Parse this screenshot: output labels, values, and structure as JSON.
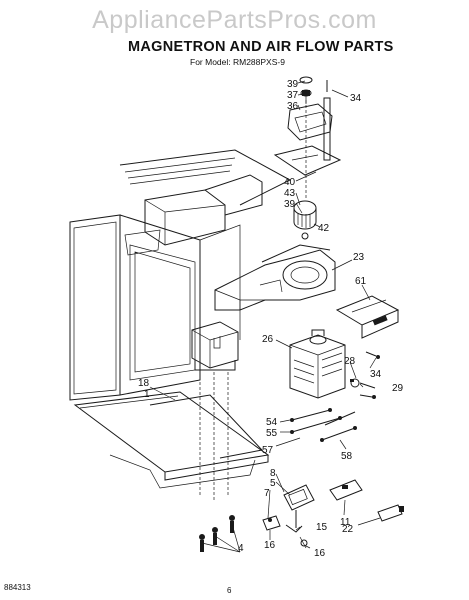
{
  "watermark": "AppliancePartsPros.com",
  "title": "MAGNETRON AND AIR FLOW PARTS",
  "subtitle": "For Model: RM288PXS-9",
  "doc_number": "884313",
  "page_number": "6",
  "callouts": [
    {
      "id": "c-39a",
      "text": "39"
    },
    {
      "id": "c-37",
      "text": "37"
    },
    {
      "id": "c-36",
      "text": "36"
    },
    {
      "id": "c-34a",
      "text": "34"
    },
    {
      "id": "c-40",
      "text": "40"
    },
    {
      "id": "c-43",
      "text": "43"
    },
    {
      "id": "c-39b",
      "text": "39"
    },
    {
      "id": "c-42",
      "text": "42"
    },
    {
      "id": "c-23",
      "text": "23"
    },
    {
      "id": "c-61",
      "text": "61"
    },
    {
      "id": "c-26",
      "text": "26"
    },
    {
      "id": "c-28",
      "text": "28"
    },
    {
      "id": "c-34b",
      "text": "34"
    },
    {
      "id": "c-29",
      "text": "29"
    },
    {
      "id": "c-18",
      "text": "18"
    },
    {
      "id": "c-1",
      "text": "1"
    },
    {
      "id": "c-54",
      "text": "54"
    },
    {
      "id": "c-55",
      "text": "55"
    },
    {
      "id": "c-57",
      "text": "57"
    },
    {
      "id": "c-58",
      "text": "58"
    },
    {
      "id": "c-8",
      "text": "8"
    },
    {
      "id": "c-5",
      "text": "5"
    },
    {
      "id": "c-7",
      "text": "7"
    },
    {
      "id": "c-11",
      "text": "11"
    },
    {
      "id": "c-15",
      "text": "15"
    },
    {
      "id": "c-22",
      "text": "22"
    },
    {
      "id": "c-16a",
      "text": "16"
    },
    {
      "id": "c-16b",
      "text": "16"
    },
    {
      "id": "c-4",
      "text": "4"
    }
  ]
}
